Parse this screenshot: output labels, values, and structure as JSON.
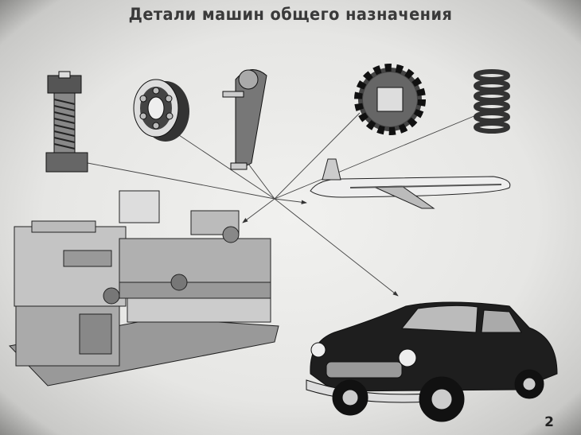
{
  "title": "Детали машин общего назначения",
  "page_number": "2",
  "items": {
    "bolt": "bolt-and-nut",
    "bearing": "ball-bearing",
    "crank": "crank-lever",
    "gear": "gear",
    "spring": "coil-spring",
    "airplane": "airplane",
    "lathe": "lathe",
    "car": "car"
  }
}
